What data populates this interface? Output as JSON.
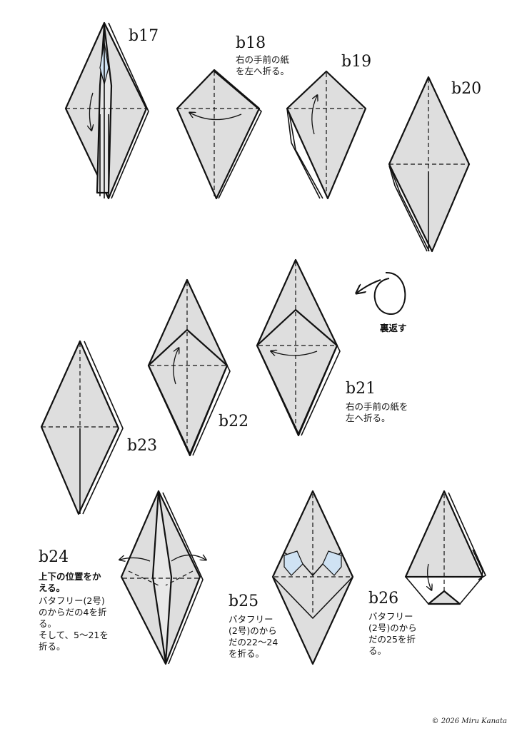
{
  "steps": {
    "b17": {
      "label": "b17"
    },
    "b18": {
      "label": "b18",
      "instruction": "右の手前の紙\nを左へ折る。"
    },
    "b19": {
      "label": "b19"
    },
    "b20": {
      "label": "b20"
    },
    "b21": {
      "label": "b21",
      "instruction": "右の手前の紙を\n左へ折る。"
    },
    "b22": {
      "label": "b22"
    },
    "b23": {
      "label": "b23"
    },
    "b24": {
      "label": "b24",
      "instruction_bold": "上下の位置をか\nえる。",
      "instruction": "バタフリー(2号)\nのからだの4を折\nる。\nそして、5〜21を\n折る。"
    },
    "b25": {
      "label": "b25",
      "instruction": "バタフリー\n(2号)のから\nだの22〜24\nを折る。"
    },
    "b26": {
      "label": "b26",
      "instruction": "バタフリー\n(2号)のから\nだの25を折\nる。"
    }
  },
  "turn_over": {
    "label": "裏返す"
  },
  "copyright": "© 2026 Miru Kanata",
  "colors": {
    "paper": "#dedede",
    "line": "#111111",
    "highlight": "#cfe2f3"
  }
}
